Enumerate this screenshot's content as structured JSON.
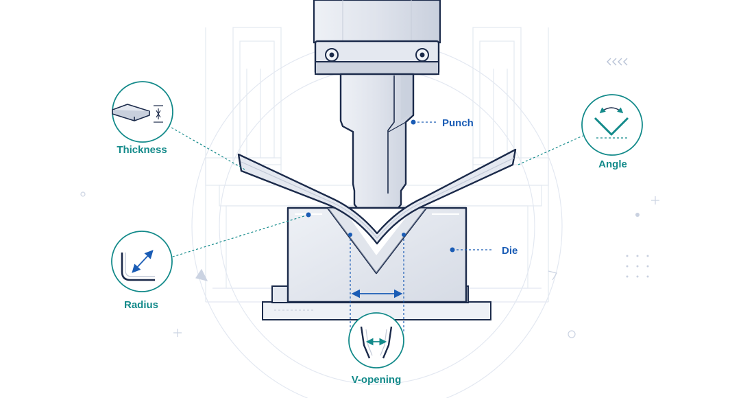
{
  "labels": {
    "punch": "Punch",
    "die": "Die",
    "thickness": "Thickness",
    "angle": "Angle",
    "radius": "Radius",
    "v_opening": "V-opening"
  },
  "colors": {
    "teal": "#138a8a",
    "blue": "#1a5cb5",
    "outline": "#1b2a4a",
    "metal": "#dfe3ec",
    "metal_dark": "#b9c0cf",
    "background_lines": "#dfe4ee"
  },
  "icons": {
    "thickness": "sheet-thickness-icon",
    "angle": "bend-angle-icon",
    "radius": "bend-radius-icon",
    "v_opening": "v-opening-icon",
    "arrows": "triple-chevron-left-icon"
  }
}
